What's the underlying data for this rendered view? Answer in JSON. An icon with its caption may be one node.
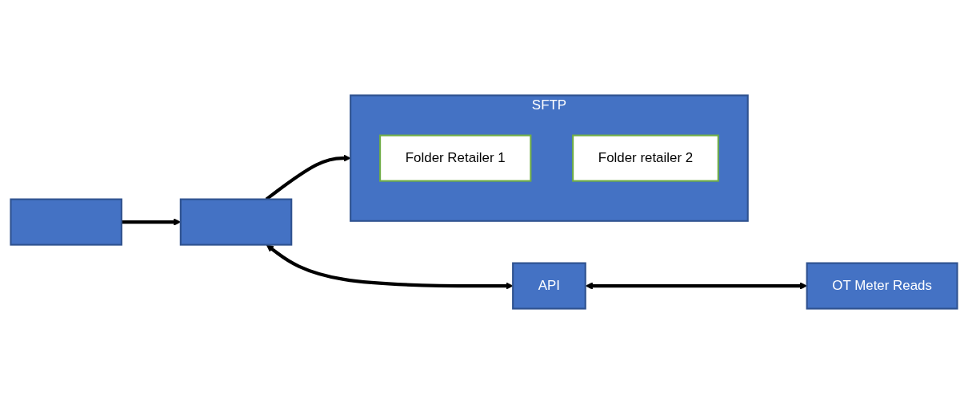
{
  "diagram": {
    "nodes": [
      {
        "text": [],
        "shape": "box"
      },
      {
        "text": [],
        "shape": "box"
      },
      {
        "text": [
          "API"
        ]
      },
      {
        "text": [
          "OT Meter Reads"
        ]
      },
      {
        "text": [
          "SFTP"
        ]
      },
      {
        "text": [
          "Folder Retailer 1"
        ],
        "in": 4
      },
      {
        "text": [
          "Folder retailer 2"
        ],
        "in": 4
      }
    ],
    "edges": [
      {
        "from": 0,
        "to": 1,
        "arrow": "to"
      },
      {
        "from": 1,
        "to": 4,
        "arrow": "to"
      },
      {
        "from": 1,
        "to": 2,
        "arrow": "both"
      },
      {
        "from": 2,
        "to": 3,
        "arrow": "both"
      }
    ]
  }
}
